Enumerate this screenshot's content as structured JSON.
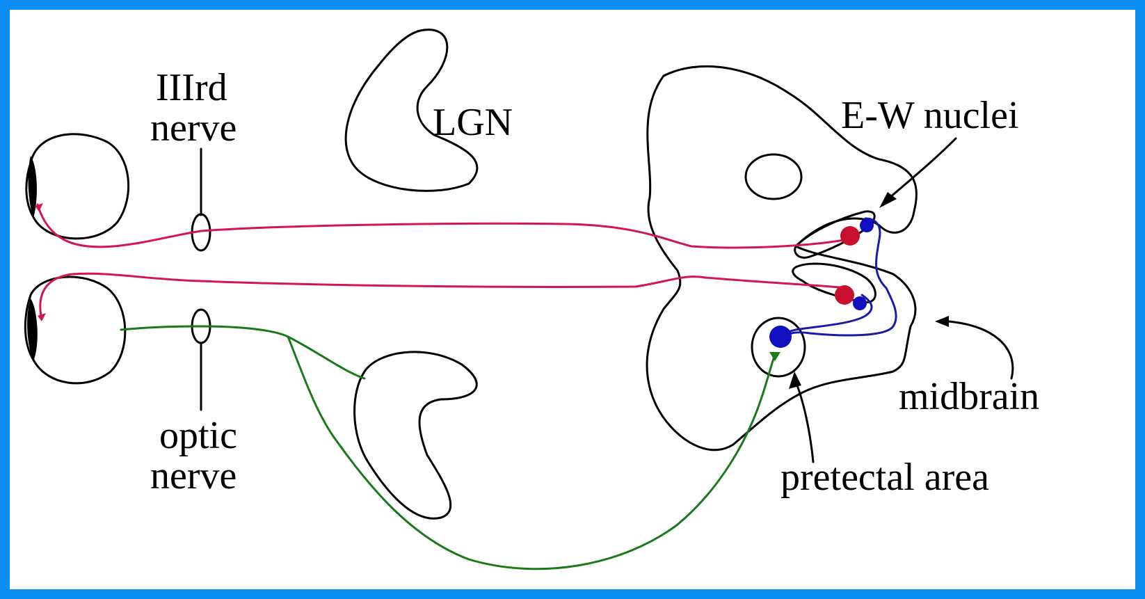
{
  "labels": {
    "third_nerve_line1": "IIIrd",
    "third_nerve_line2": "nerve",
    "lgn": "LGN",
    "ew_nuclei": "E-W nuclei",
    "optic_nerve_line1": "optic",
    "optic_nerve_line2": "nerve",
    "midbrain": "midbrain",
    "pretectal_area": "pretectal area"
  },
  "colors": {
    "background_border": "#0a8cf0",
    "parasympathetic_efferent": "#d4145a",
    "retinal_afferent": "#1a7a1a",
    "interneuron": "#1a1aa8",
    "ew_nucleus_cell": "#c8102e",
    "pretectal_cell": "#1010c0"
  }
}
